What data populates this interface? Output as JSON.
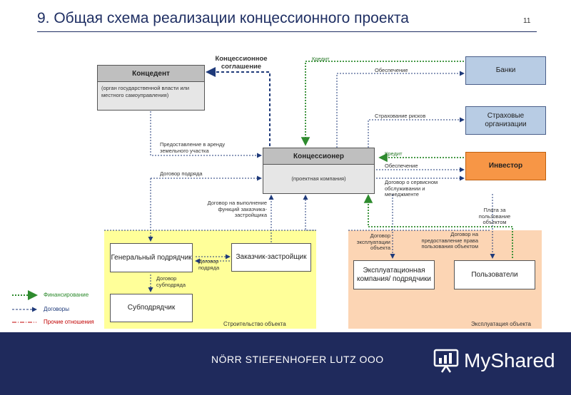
{
  "slide": {
    "title": "9. Общая схема реализации концессионного проекта",
    "page_number": "11"
  },
  "nodes": {
    "concedent_title": "Концедент",
    "concedent_sub": "(орган государственной власти или местного самоуправления)",
    "concessioner_title": "Концессионер",
    "concessioner_sub": "(проектная компания)",
    "banks": "Банки",
    "insurance": "Страховые организации",
    "investor": "Инвестор",
    "general_contractor": "Генеральный подрядчик",
    "subcontractor": "Субподрядчик",
    "customer_developer": "Заказчик-застройщик",
    "operator": "Эксплуатационная компания/ подрядчики",
    "users": "Пользователи"
  },
  "labels": {
    "concession_agreement": "Концессионное соглашение",
    "credit_banks": "Кредит",
    "security_banks": "Обеспечение",
    "risk_insurance": "Страхование рисков",
    "credit_investor": "Кредит",
    "security_investor": "Обеспечение",
    "service_contract": "Договор о сервисном обслуживании и менеджменте",
    "land_lease": "Предоставление в аренду земельного участка",
    "contract_agreement": "Договор подряда",
    "customer_functions": "Договор на выполнение функций заказчика-застройщика",
    "contract_between": "Договор подряда",
    "subcontract": "Договор субподряда",
    "operation_contract": "Договор эксплуатации объекта",
    "usage_right_contract": "Договор на предоставление права пользования объектом",
    "usage_fee": "Плата за пользование объектом"
  },
  "zones": {
    "construction": "Строительство объекта",
    "operation": "Эксплуатация объекта"
  },
  "legend": [
    {
      "label": "Финансирование",
      "color": "#2e8b2e"
    },
    {
      "label": "Договоры",
      "color": "#1f3a7a"
    },
    {
      "label": "Прочие отношения",
      "color": "#c00000"
    }
  ],
  "footer": {
    "company": "NÖRR STIEFENHOFER LUTZ ООО",
    "brand": "MyShared"
  }
}
